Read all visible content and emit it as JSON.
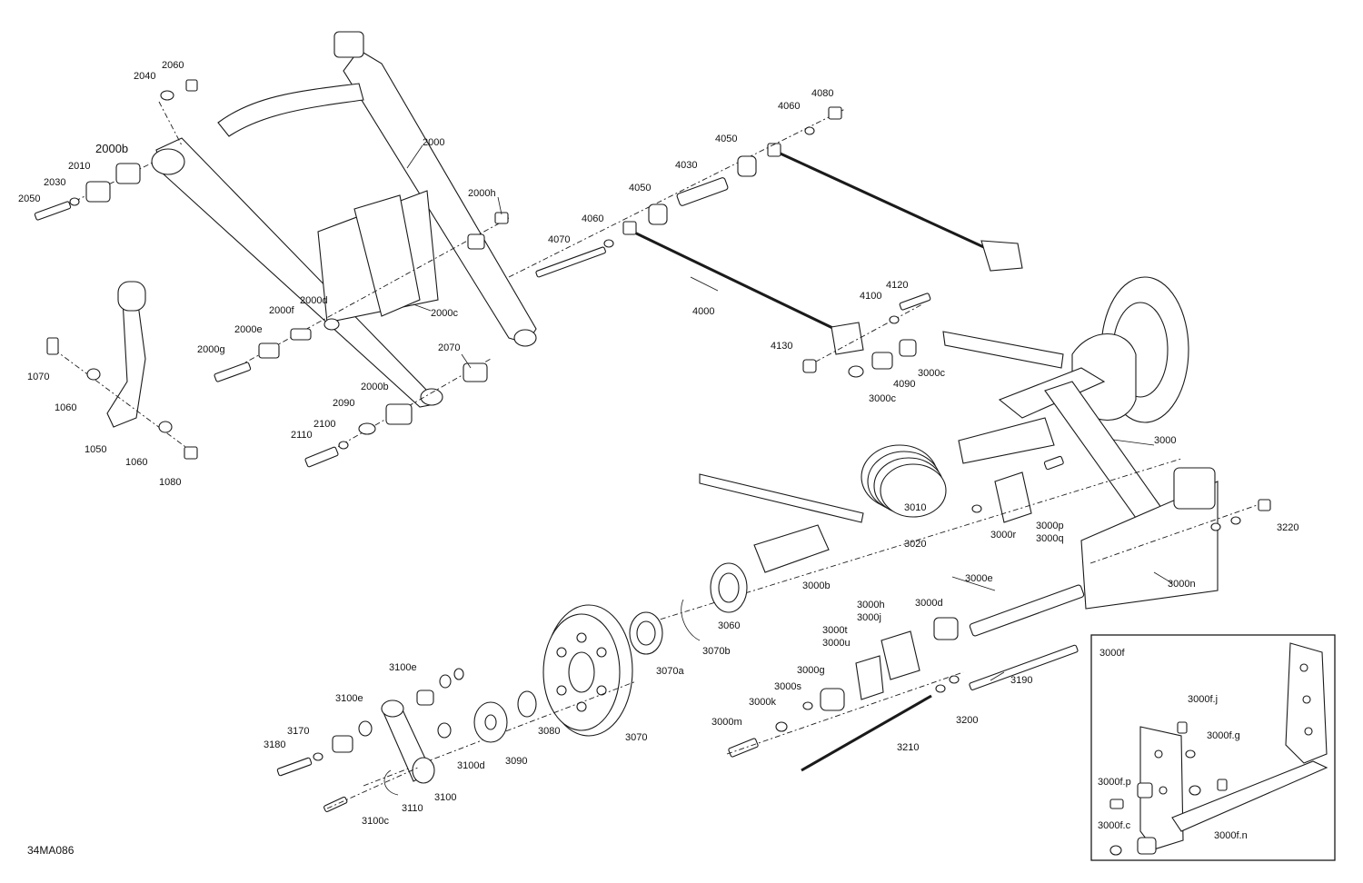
{
  "diagram": {
    "figure_id": "34MA086",
    "inset_title": "3000f",
    "callouts": {
      "c2040": "2040",
      "c2060": "2060",
      "c2000": "2000",
      "c2000b_top": "2000b",
      "c2010": "2010",
      "c2030": "2030",
      "c2050": "2050",
      "c2000h": "2000h",
      "c2000d": "2000d",
      "c2000f": "2000f",
      "c2000c": "2000c",
      "c2000e": "2000e",
      "c2000g": "2000g",
      "c2070": "2070",
      "c2000b_low": "2000b",
      "c2090": "2090",
      "c2100": "2100",
      "c2110": "2110",
      "c1070": "1070",
      "c1060a": "1060",
      "c1050": "1050",
      "c1060b": "1060",
      "c1080": "1080",
      "c4080": "4080",
      "c4060a": "4060",
      "c4050a": "4050",
      "c4030": "4030",
      "c4050b": "4050",
      "c4060b": "4060",
      "c4070": "4070",
      "c4000": "4000",
      "c4120": "4120",
      "c4100": "4100",
      "c4130": "4130",
      "c3000c_a": "3000c",
      "c4090": "4090",
      "c3000c_b": "3000c",
      "c3000": "3000",
      "c3010": "3010",
      "c3020": "3020",
      "c3000r": "3000r",
      "c3000p": "3000p",
      "c3000q": "3000q",
      "c3220": "3220",
      "c3000b": "3000b",
      "c3000e": "3000e",
      "c3000n": "3000n",
      "c3060": "3060",
      "c3070b": "3070b",
      "c3070a": "3070a",
      "c3000h": "3000h",
      "c3000j": "3000j",
      "c3000d": "3000d",
      "c3000t": "3000t",
      "c3000u": "3000u",
      "c3000g": "3000g",
      "c3000s": "3000s",
      "c3000k": "3000k",
      "c3000m": "3000m",
      "c3190": "3190",
      "c3200": "3200",
      "c3210": "3210",
      "c3070": "3070",
      "c3080": "3080",
      "c3090": "3090",
      "c3100e_a": "3100e",
      "c3100e_b": "3100e",
      "c3170": "3170",
      "c3180": "3180",
      "c3100d": "3100d",
      "c3100": "3100",
      "c3110": "3110",
      "c3100c": "3100c",
      "c3000fj": "3000f.j",
      "c3000fg": "3000f.g",
      "c3000fp": "3000f.p",
      "c3000fc": "3000f.c",
      "c3000fn": "3000f.n"
    }
  }
}
